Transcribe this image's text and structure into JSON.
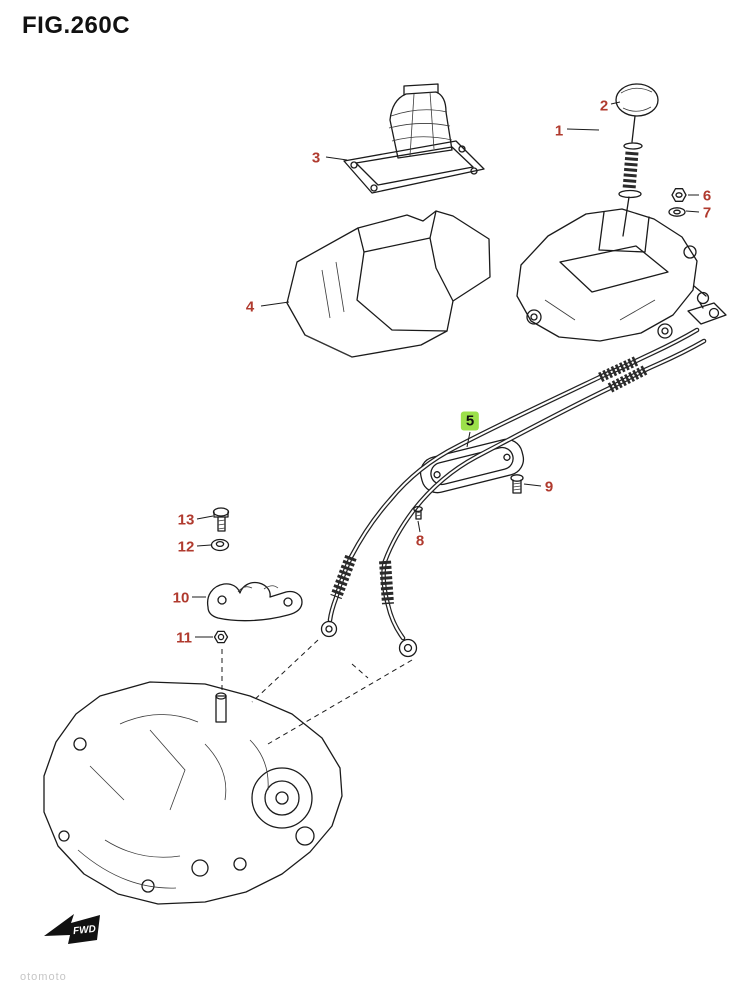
{
  "figure": {
    "title": "FIG.260C",
    "fwd_label": "FWD",
    "watermark": "otomoto"
  },
  "colors": {
    "label_red": "#b03a2e",
    "highlight_green": "#9ce04b",
    "line_black": "#1b1b1b",
    "background": "#ffffff"
  },
  "labels": {
    "p1": "1",
    "p2": "2",
    "p3": "3",
    "p4": "4",
    "p5": "5",
    "p6": "6",
    "p7": "7",
    "p8": "8",
    "p9": "9",
    "p10": "10",
    "p11": "11",
    "p12": "12",
    "p13": "13"
  }
}
